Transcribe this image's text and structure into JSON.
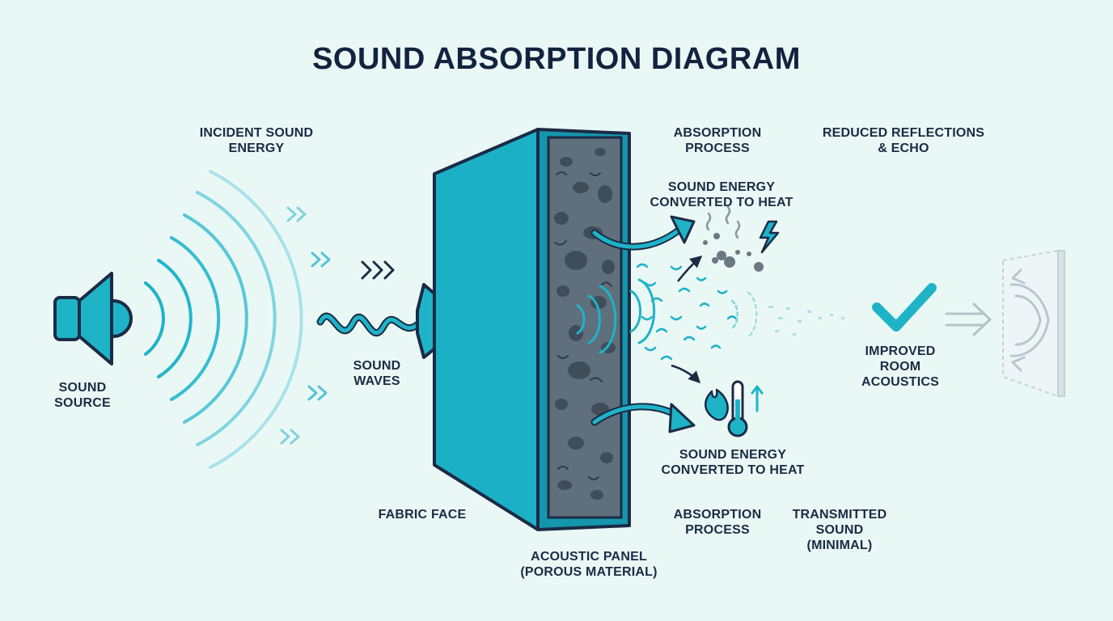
{
  "title": "SOUND ABSORPTION DIAGRAM",
  "labels": {
    "incident": "INCIDENT SOUND\nENERGY",
    "sound_source": "SOUND\nSOURCE",
    "sound_waves": "SOUND\nWAVES",
    "fabric_face": "FABRIC FACE",
    "acoustic_panel": "ACOUSTIC PANEL\n(POROUS MATERIAL)",
    "absorption_top": "ABSORPTION\nPROCESS",
    "reduced_reflections": "REDUCED REFLECTIONS\n& ECHO",
    "heat_top": "SOUND ENERGY\nCONVERTED TO HEAT",
    "heat_bottom": "SOUND ENERGY\nCONVERTED TO HEAT",
    "absorption_bottom": "ABSORPTION\nPROCESS",
    "transmitted": "TRANSMITTED\nSOUND\n(MINIMAL)",
    "improved": "IMPROVED\nROOM\nACOUSTICS"
  },
  "icons": {
    "speaker": "speaker-icon",
    "lightning": "lightning-icon",
    "flame": "flame-icon",
    "thermometer": "thermometer-icon",
    "checkmark": "checkmark-icon",
    "wall": "reflecting-wall-icon"
  },
  "colors": {
    "background": "#eaf8f5",
    "teal": "#1fb3c8",
    "teal_dark": "#0f7f92",
    "navy": "#1b2b45",
    "core": "#5f6f7c",
    "core_blob": "#3f4d59"
  }
}
